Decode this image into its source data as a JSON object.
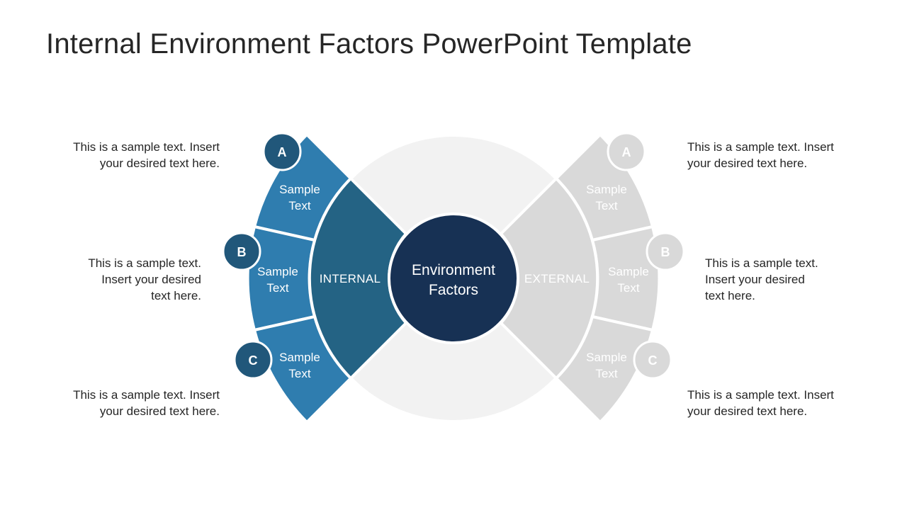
{
  "slide": {
    "title": "Internal Environment Factors PowerPoint Template"
  },
  "colors": {
    "internal_outer": "#2F7DAF",
    "internal_inner": "#246384",
    "badge_dark": "#21577A",
    "center": "#173154",
    "external": "#D9D9D9",
    "ring": "#F2F2F2"
  },
  "center": {
    "line1": "Environment",
    "line2": "Factors"
  },
  "internal": {
    "label": "INTERNAL",
    "segments": [
      {
        "badge": "A",
        "line1": "Sample",
        "line2": "Text",
        "desc_line1": "This is a sample text. Insert",
        "desc_line2": "your desired text here."
      },
      {
        "badge": "B",
        "line1": "Sample",
        "line2": "Text",
        "desc_line1": "This is a sample text.",
        "desc_line2": "Insert your desired",
        "desc_line3": "text here."
      },
      {
        "badge": "C",
        "line1": "Sample",
        "line2": "Text",
        "desc_line1": "This is a sample text. Insert",
        "desc_line2": "your desired text here."
      }
    ]
  },
  "external": {
    "label": "EXTERNAL",
    "segments": [
      {
        "badge": "A",
        "line1": "Sample",
        "line2": "Text",
        "desc_line1": "This is a sample text. Insert",
        "desc_line2": "your desired text here."
      },
      {
        "badge": "B",
        "line1": "Sample",
        "line2": "Text",
        "desc_line1": "This is a sample text.",
        "desc_line2": "Insert your desired",
        "desc_line3": "text here."
      },
      {
        "badge": "C",
        "line1": "Sample",
        "line2": "Text",
        "desc_line1": "This is a sample text. Insert",
        "desc_line2": "your desired text here."
      }
    ]
  }
}
